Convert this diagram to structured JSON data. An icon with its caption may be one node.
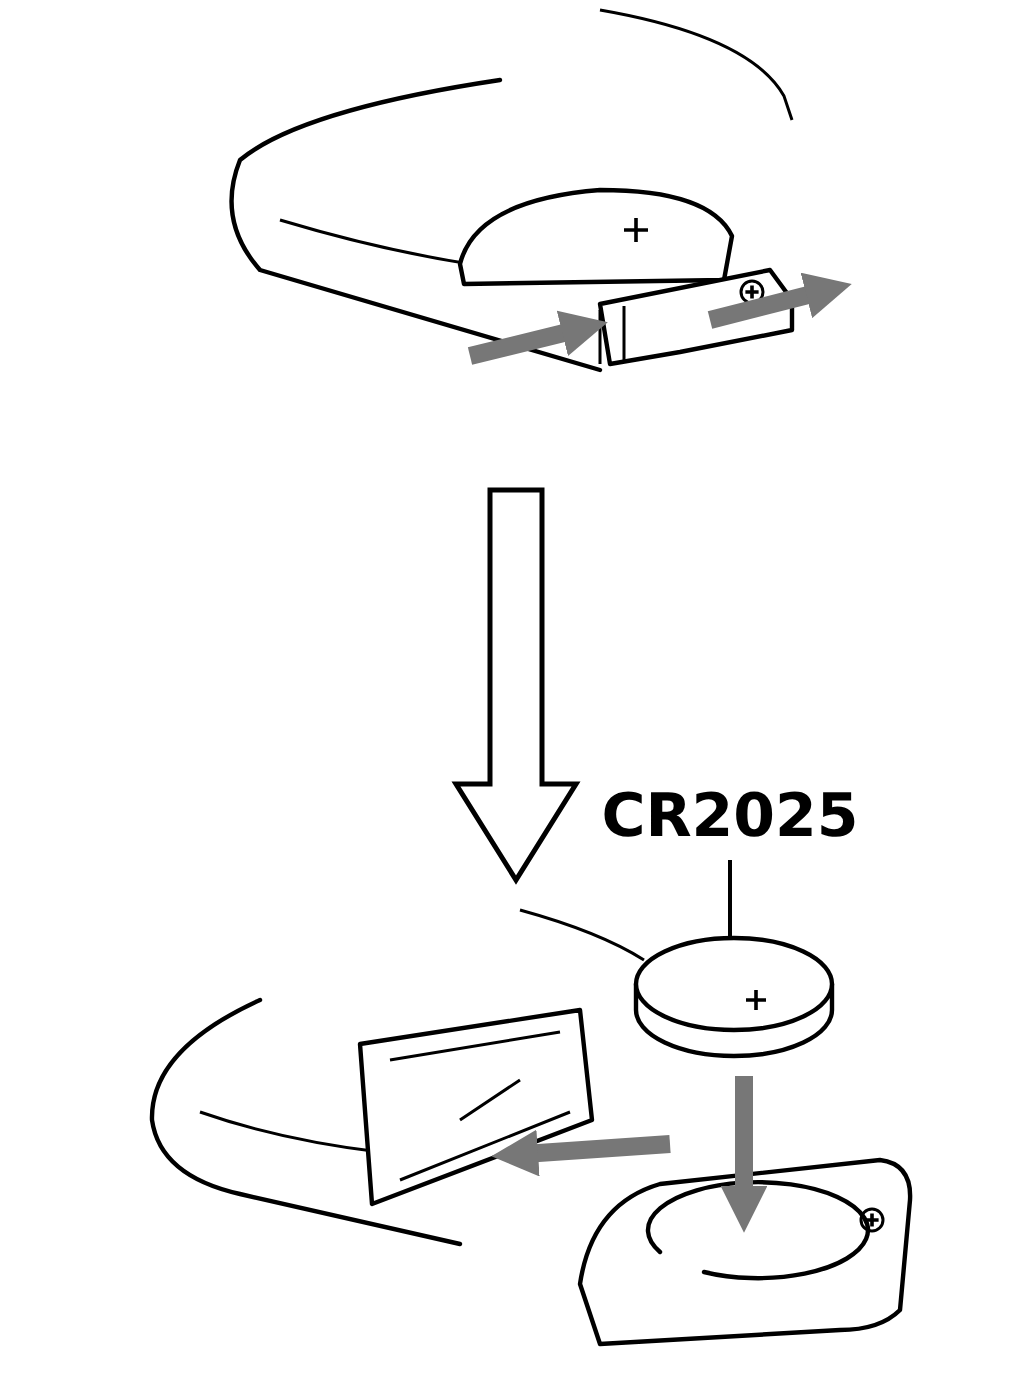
{
  "diagram": {
    "nodes": [
      {
        "text": [],
        "shape": "picture"
      },
      {
        "text": [],
        "shape": "picture"
      },
      {
        "text": [
          "CR2025"
        ]
      },
      {
        "text": [],
        "shape": "picture",
        "in": 1
      }
    ],
    "edges": [
      {
        "from": 0,
        "to": 1,
        "arrow": "to"
      },
      {
        "from": 2,
        "to": 3,
        "arrow": "none"
      }
    ]
  }
}
